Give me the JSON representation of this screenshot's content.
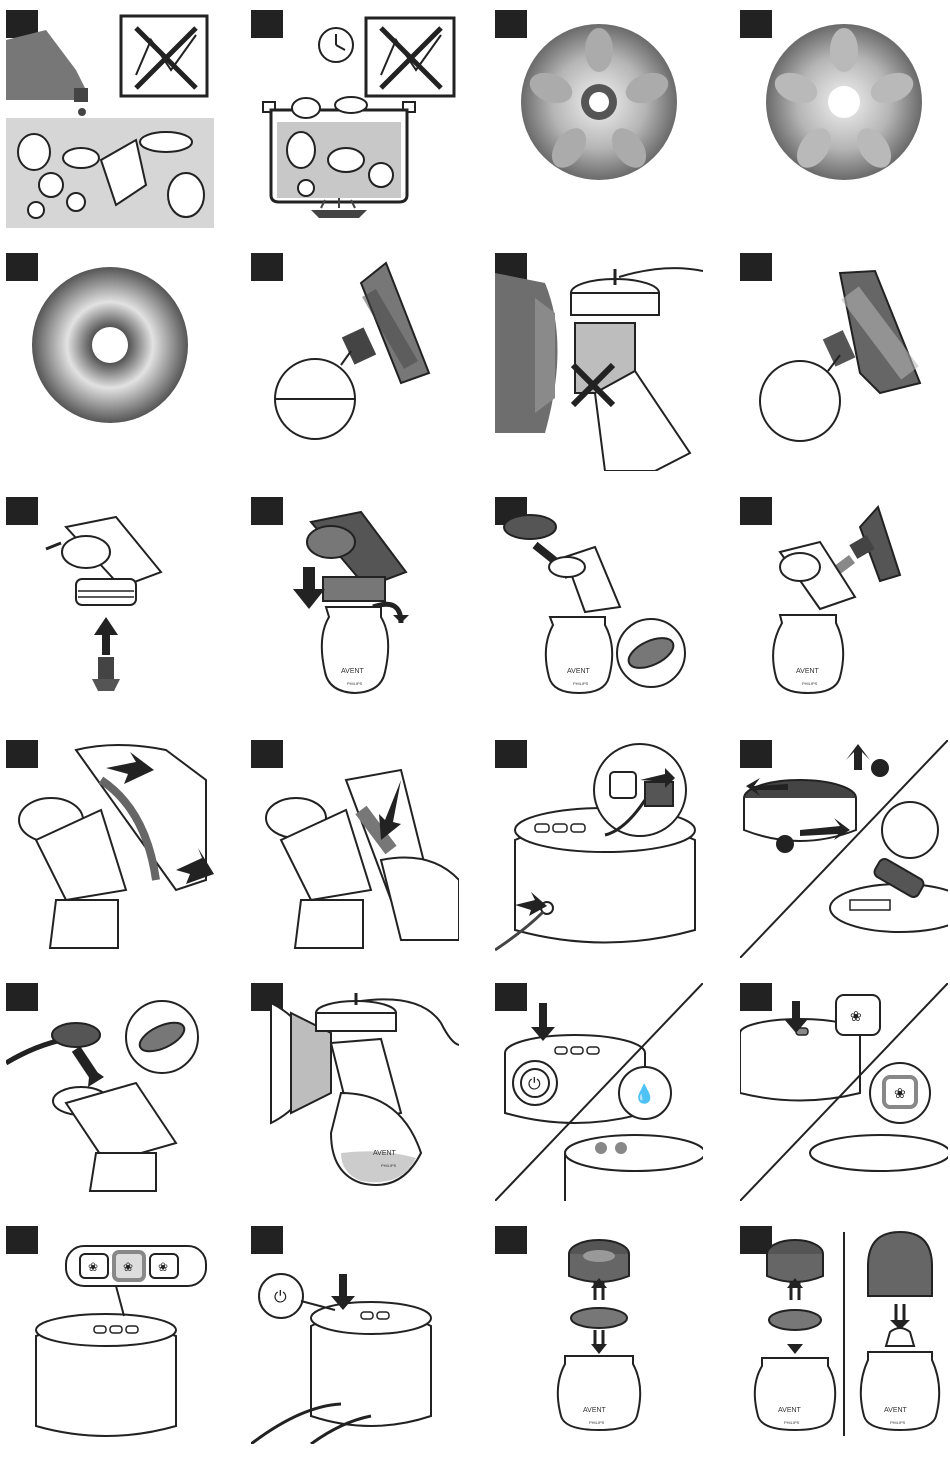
{
  "manual": {
    "brand_label": "AVENT",
    "maker_label": "PHILIPS",
    "power_symbol": "⏻",
    "flower_symbol": "❀",
    "drop_symbol": "💧"
  },
  "colors": {
    "ink": "#222222",
    "shade_dark": "#555555",
    "shade_mid": "#8a8a8a",
    "shade_light": "#cfcfcf",
    "paper": "#ffffff"
  },
  "panels": [
    {
      "id": 1,
      "icon": "washing-up-liquid-icon"
    },
    {
      "id": 2,
      "icon": "boiling-pan-icon"
    },
    {
      "id": 3,
      "icon": "massage-cushion-front-icon"
    },
    {
      "id": 4,
      "icon": "massage-cushion-back-icon"
    },
    {
      "id": 5,
      "icon": "ring-cushion-icon"
    },
    {
      "id": 6,
      "icon": "funnel-detail-icon"
    },
    {
      "id": 7,
      "icon": "wrong-assembly-icon"
    },
    {
      "id": 8,
      "icon": "funnel-detail-icon"
    },
    {
      "id": 9,
      "icon": "insert-valve-icon"
    },
    {
      "id": 10,
      "icon": "screw-bottle-icon"
    },
    {
      "id": 11,
      "icon": "insert-diaphragm-icon"
    },
    {
      "id": 12,
      "icon": "insert-cushion-icon"
    },
    {
      "id": 13,
      "icon": "fit-cushion-icon"
    },
    {
      "id": 14,
      "icon": "press-cushion-icon"
    },
    {
      "id": 15,
      "icon": "plug-adapter-icon"
    },
    {
      "id": 16,
      "icon": "insert-batteries-icon"
    },
    {
      "id": 17,
      "icon": "connect-tube-icon"
    },
    {
      "id": 18,
      "icon": "position-breast-icon"
    },
    {
      "id": 19,
      "icon": "power-on-icon"
    },
    {
      "id": 20,
      "icon": "select-mode-icon"
    },
    {
      "id": 21,
      "icon": "select-level-icon"
    },
    {
      "id": 22,
      "icon": "power-off-icon"
    },
    {
      "id": 23,
      "icon": "sealing-disc-icon"
    },
    {
      "id": 24,
      "icon": "teat-cap-icon"
    }
  ]
}
